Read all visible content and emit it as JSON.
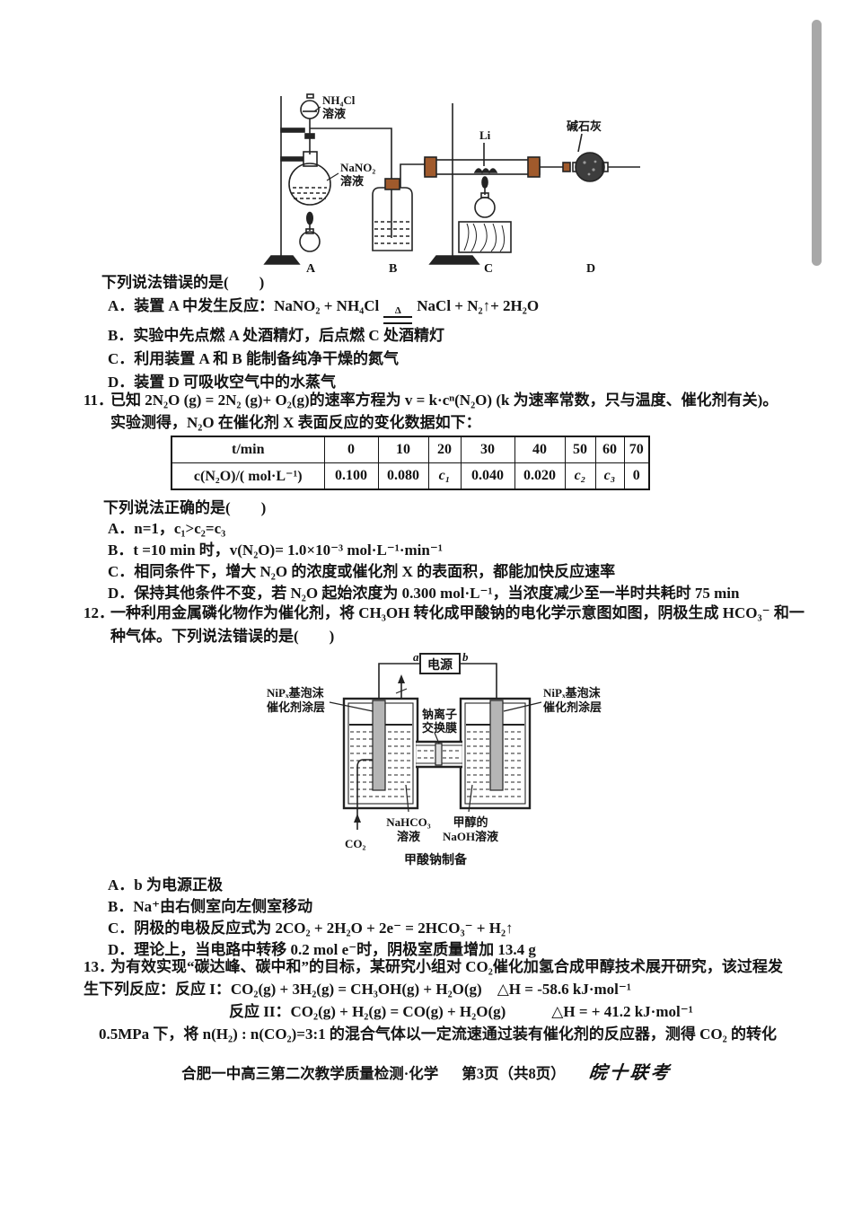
{
  "footer": {
    "title": "合肥一中高三第二次教学质量检测·化学",
    "page": "第3页（共8页）",
    "logo": "皖十联考"
  },
  "q10": {
    "stem": "下列说法错误的是(　　)",
    "optionA_pre": "A．装置 A 中发生反应：NaNO₂ + NH₄Cl",
    "optionA_delta": "Δ",
    "optionA_post": "NaCl + N₂↑+ 2H₂O",
    "optionB": "B．实验中先点燃 A 处酒精灯，后点燃 C 处酒精灯",
    "optionC": "C．利用装置 A 和 B 能制备纯净干燥的氮气",
    "optionD": "D．装置 D 可吸收空气中的水蒸气",
    "diagram": {
      "funnel_label1": "NH₄Cl",
      "funnel_label2": "溶液",
      "flask_label1": "NaNO₂",
      "flask_label2": "溶液",
      "li_label": "Li",
      "soda_lime_label": "碱石灰",
      "letter_a": "A",
      "letter_b": "B",
      "letter_c": "C",
      "letter_d": "D"
    }
  },
  "q11": {
    "number": "11．",
    "stem1": "已知 2N₂O (g) = 2N₂ (g)+ O₂(g)的速率方程为 v = k·cⁿ(N₂O) (k 为速率常数，只与温度、催化剂有关)。",
    "stem2": "实验测得，N₂O 在催化剂 X 表面反应的变化数据如下：",
    "table": {
      "header": "t/min",
      "times": [
        "0",
        "10",
        "20",
        "30",
        "40",
        "50",
        "60",
        "70"
      ],
      "conc_label": "c(N₂O)/( mol·L⁻¹)",
      "conc": [
        "0.100",
        "0.080",
        "c₁",
        "0.040",
        "0.020",
        "c₂",
        "c₃",
        "0"
      ]
    },
    "stem3": "下列说法正确的是(　　)",
    "optionA": "A．n=1，c₁>c₂=c₃",
    "optionB": "B．t =10  min 时，v(N₂O)= 1.0×10⁻³ mol·L⁻¹·min⁻¹",
    "optionC": "C．相同条件下，增大 N₂O 的浓度或催化剂 X 的表面积，都能加快反应速率",
    "optionD": "D．保持其他条件不变，若 N₂O 起始浓度为 0.300 mol·L⁻¹，当浓度减少至一半时共耗时 75 min"
  },
  "q12": {
    "number": "12．",
    "stem1": "一种利用金属磷化物作为催化剂，将 CH₃OH 转化成甲酸钠的电化学示意图如图，阴极生成 HCO₃⁻ 和一",
    "stem2": "种气体。下列说法错误的是(　　)",
    "diagram": {
      "terminal_a": "a",
      "terminal_b": "b",
      "power": "电源",
      "left_coating1": "NiPₓ基泡沫",
      "left_coating2": "催化剂涂层",
      "right_coating1": "NiPₓ基泡沫",
      "right_coating2": "催化剂涂层",
      "membrane1": "钠离子",
      "membrane2": "交换膜",
      "co2": "CO₂",
      "left_solution1": "NaHCO₃",
      "left_solution2": "溶液",
      "right_solution1": "甲醇的",
      "right_solution2": "NaOH溶液",
      "caption": "甲酸钠制备"
    },
    "optionA": "A．b 为电源正极",
    "optionB": "B．Na⁺由右侧室向左侧室移动",
    "optionC": "C．阴极的电极反应式为 2CO₂ + 2H₂O + 2e⁻ = 2HCO₃⁻ + H₂↑",
    "optionD": "D．理论上，当电路中转移 0.2 mol e⁻时，阴极室质量增加 13.4 g"
  },
  "q13": {
    "number": "13．",
    "stem1": "为有效实现“碳达峰、碳中和”的目标，某研究小组对 CO₂催化加氢合成甲醇技术展开研究，该过程发",
    "stem2": "生下列反应：反应 I：CO₂(g) + 3H₂(g) = CH₃OH(g) + H₂O(g)　△H = -58.6 kJ·mol⁻¹",
    "stem3": "反应 II：CO₂(g) + H₂(g) = CO(g) + H₂O(g)　　　△H = + 41.2 kJ·mol⁻¹",
    "stem4": "0.5MPa 下，将 n(H₂) : n(CO₂)=3:1 的混合气体以一定流速通过装有催化剂的反应器，测得 CO₂ 的转化"
  }
}
